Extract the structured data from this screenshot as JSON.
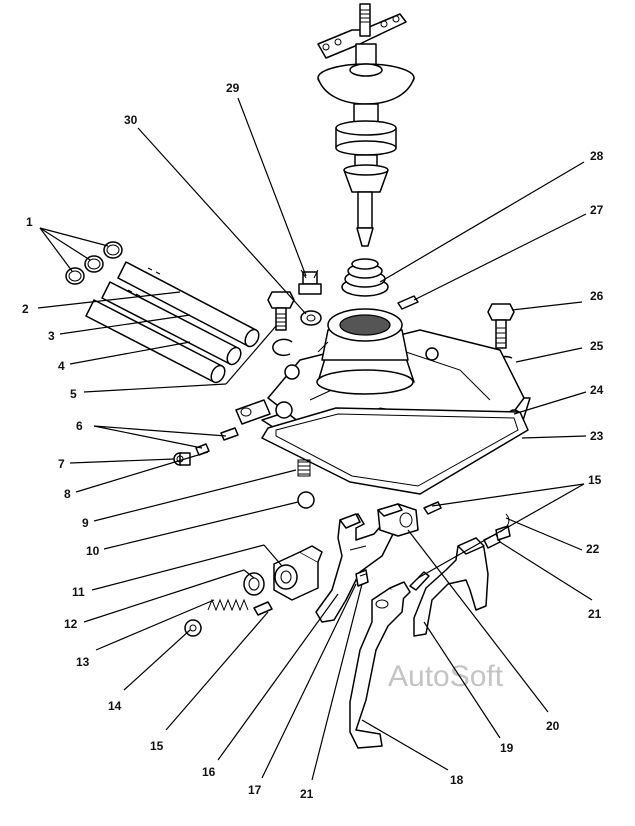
{
  "watermark": "AutoSoft",
  "callouts": [
    {
      "id": "c1",
      "text": "1"
    },
    {
      "id": "c2",
      "text": "2"
    },
    {
      "id": "c3",
      "text": "3"
    },
    {
      "id": "c4",
      "text": "4"
    },
    {
      "id": "c5",
      "text": "5"
    },
    {
      "id": "c6",
      "text": "6"
    },
    {
      "id": "c7",
      "text": "7"
    },
    {
      "id": "c8",
      "text": "8"
    },
    {
      "id": "c9",
      "text": "9"
    },
    {
      "id": "c10",
      "text": "10"
    },
    {
      "id": "c11",
      "text": "11"
    },
    {
      "id": "c12",
      "text": "12"
    },
    {
      "id": "c13",
      "text": "13"
    },
    {
      "id": "c14",
      "text": "14"
    },
    {
      "id": "c15a",
      "text": "15"
    },
    {
      "id": "c15b",
      "text": "15"
    },
    {
      "id": "c16",
      "text": "16"
    },
    {
      "id": "c17",
      "text": "17"
    },
    {
      "id": "c18",
      "text": "18"
    },
    {
      "id": "c19",
      "text": "19"
    },
    {
      "id": "c20",
      "text": "20"
    },
    {
      "id": "c21a",
      "text": "21"
    },
    {
      "id": "c21b",
      "text": "21"
    },
    {
      "id": "c22",
      "text": "22"
    },
    {
      "id": "c23",
      "text": "23"
    },
    {
      "id": "c24",
      "text": "24"
    },
    {
      "id": "c25",
      "text": "25"
    },
    {
      "id": "c26",
      "text": "26"
    },
    {
      "id": "c27",
      "text": "27"
    },
    {
      "id": "c28",
      "text": "28"
    },
    {
      "id": "c29",
      "text": "29"
    },
    {
      "id": "c30",
      "text": "30"
    }
  ]
}
